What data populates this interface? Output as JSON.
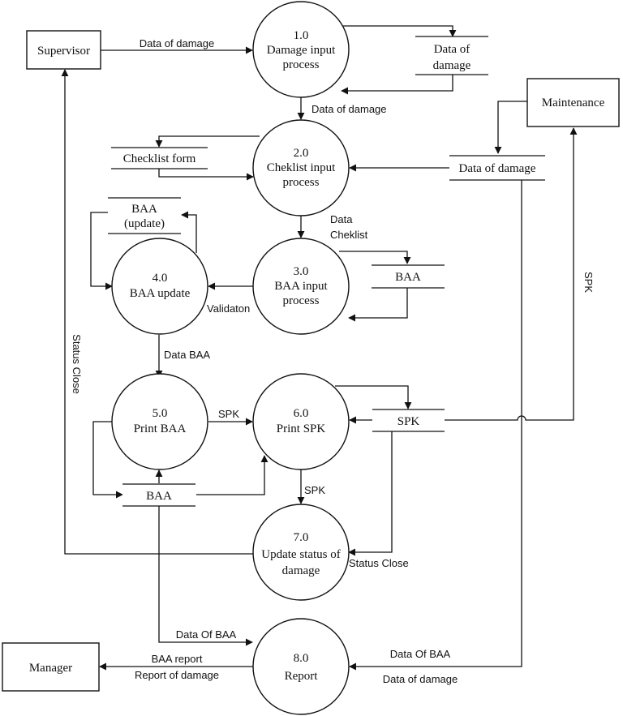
{
  "entities": {
    "supervisor": "Supervisor",
    "maintenance": "Maintenance",
    "manager": "Manager"
  },
  "processes": {
    "p1": {
      "number": "1.0",
      "line1": "Damage input",
      "line2": "process"
    },
    "p2": {
      "number": "2.0",
      "line1": "Cheklist input",
      "line2": "process"
    },
    "p3": {
      "number": "3.0",
      "line1": "BAA input",
      "line2": "process"
    },
    "p4": {
      "number": "4.0",
      "line1": "BAA update"
    },
    "p5": {
      "number": "5.0",
      "line1": "Print BAA"
    },
    "p6": {
      "number": "6.0",
      "line1": "Print SPK"
    },
    "p7": {
      "number": "7.0",
      "line1": "Update status of",
      "line2": "damage"
    },
    "p8": {
      "number": "8.0",
      "line1": "Report"
    }
  },
  "stores": {
    "damage_top": {
      "line1": "Data of",
      "line2": "damage"
    },
    "checklist": "Checklist form",
    "damage_right": "Data of damage",
    "baa_update": {
      "line1": "BAA",
      "line2": "(update)"
    },
    "baa_mid": "BAA",
    "spk": "SPK",
    "baa_bottom": "BAA"
  },
  "flows": {
    "supervisor_to_p1": "Data of damage",
    "p1_to_p2": "Data of damage",
    "p2_to_p3_line1": "Data",
    "p2_to_p3_line2": "Cheklist",
    "p3_to_p4": "Validaton",
    "p4_to_p5": "Data BAA",
    "p5_to_p6": "SPK",
    "p6_to_p7": "SPK",
    "spk_to_maintenance": "SPK",
    "p7_to_supervisor": "Status Close",
    "spk_to_p7": "Status Close",
    "baa_to_p8": "Data Of BAA",
    "damage_to_p8_line1": "Data Of BAA",
    "damage_to_p8_line2": "Data of damage",
    "p8_to_manager_line1": "BAA report",
    "p8_to_manager_line2": "Report of damage"
  }
}
